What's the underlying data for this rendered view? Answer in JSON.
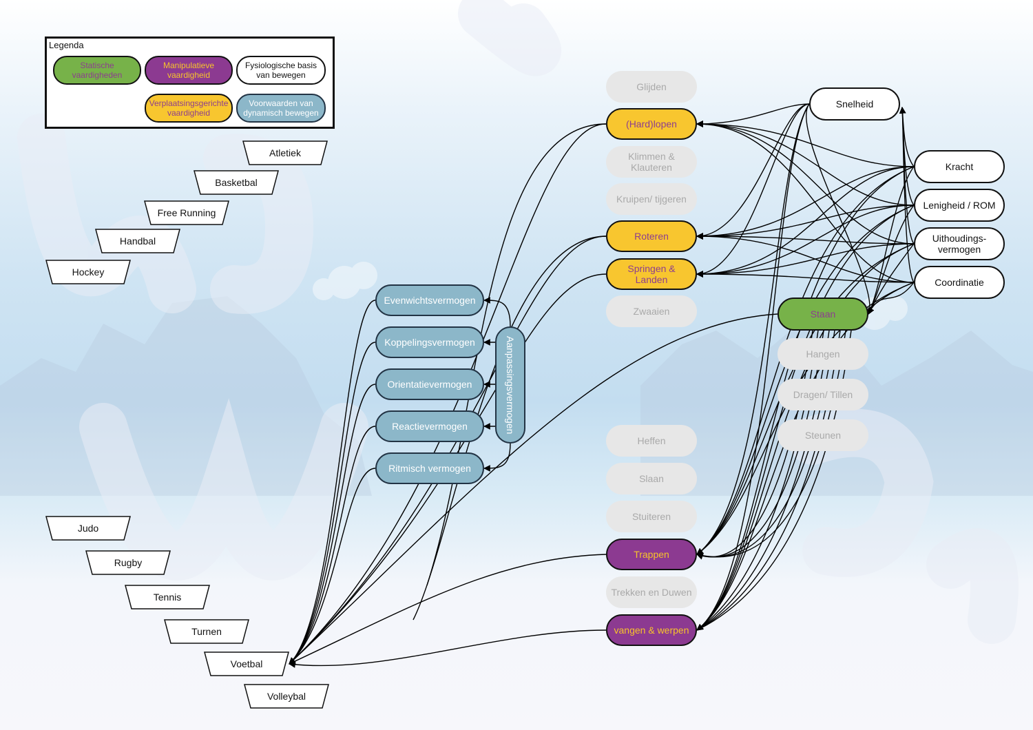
{
  "legend": {
    "title": "Legenda",
    "items": [
      {
        "label": "Statische\nvaardigheden",
        "style": "green"
      },
      {
        "label": "Manipulatieve\nvaardigheid",
        "style": "purple"
      },
      {
        "label": "Fysiologische basis\nvan bewegen",
        "style": "white"
      },
      {
        "label": "Verplaatsingsgerichte\nvaardigheid",
        "style": "yellow"
      },
      {
        "label": "Voorwaarden van\ndynamisch bewegen",
        "style": "blue"
      }
    ]
  },
  "sports": [
    "Atletiek",
    "Basketbal",
    "Free Running",
    "Handbal",
    "Hockey",
    "Judo",
    "Rugby",
    "Tennis",
    "Turnen",
    "Voetbal",
    "Volleybal"
  ],
  "coordination": {
    "items": [
      "Evenwichtsvermogen",
      "Koppelingsvermogen",
      "Orientatievermogen",
      "Reactievermogen",
      "Ritmisch vermogen"
    ],
    "group_label": "Aanpassingsvermogen"
  },
  "skills_middle": [
    {
      "label": "Glijden",
      "style": "grey"
    },
    {
      "label": "(Hard)lopen",
      "style": "yellow"
    },
    {
      "label": "Klimmen &\nKlauteren",
      "style": "grey"
    },
    {
      "label": "Kruipen/ tijgeren",
      "style": "grey"
    },
    {
      "label": "Roteren",
      "style": "yellow"
    },
    {
      "label": "Springen & Landen",
      "style": "yellow"
    },
    {
      "label": "Zwaaien",
      "style": "grey"
    },
    {
      "label": "Heffen",
      "style": "grey"
    },
    {
      "label": "Slaan",
      "style": "grey"
    },
    {
      "label": "Stuiteren",
      "style": "grey"
    },
    {
      "label": "Trappen",
      "style": "purple"
    },
    {
      "label": "Trekken en Duwen",
      "style": "grey"
    },
    {
      "label": "vangen & werpen",
      "style": "purple"
    }
  ],
  "skills_static": [
    {
      "label": "Staan",
      "style": "green"
    },
    {
      "label": "Hangen",
      "style": "grey"
    },
    {
      "label": "Dragen/ Tillen",
      "style": "grey"
    },
    {
      "label": "Steunen",
      "style": "grey"
    }
  ],
  "physiology": [
    "Snelheid",
    "Kracht",
    "Lenigheid / ROM",
    "Uithoudings-\nvermogen",
    "Coordinatie"
  ],
  "colors": {
    "green": "#77b249",
    "purple": "#8c3a91",
    "yellow": "#f8c62f",
    "blue": "#8cb7c9",
    "grey": "#e7e7e7",
    "white": "#ffffff"
  }
}
